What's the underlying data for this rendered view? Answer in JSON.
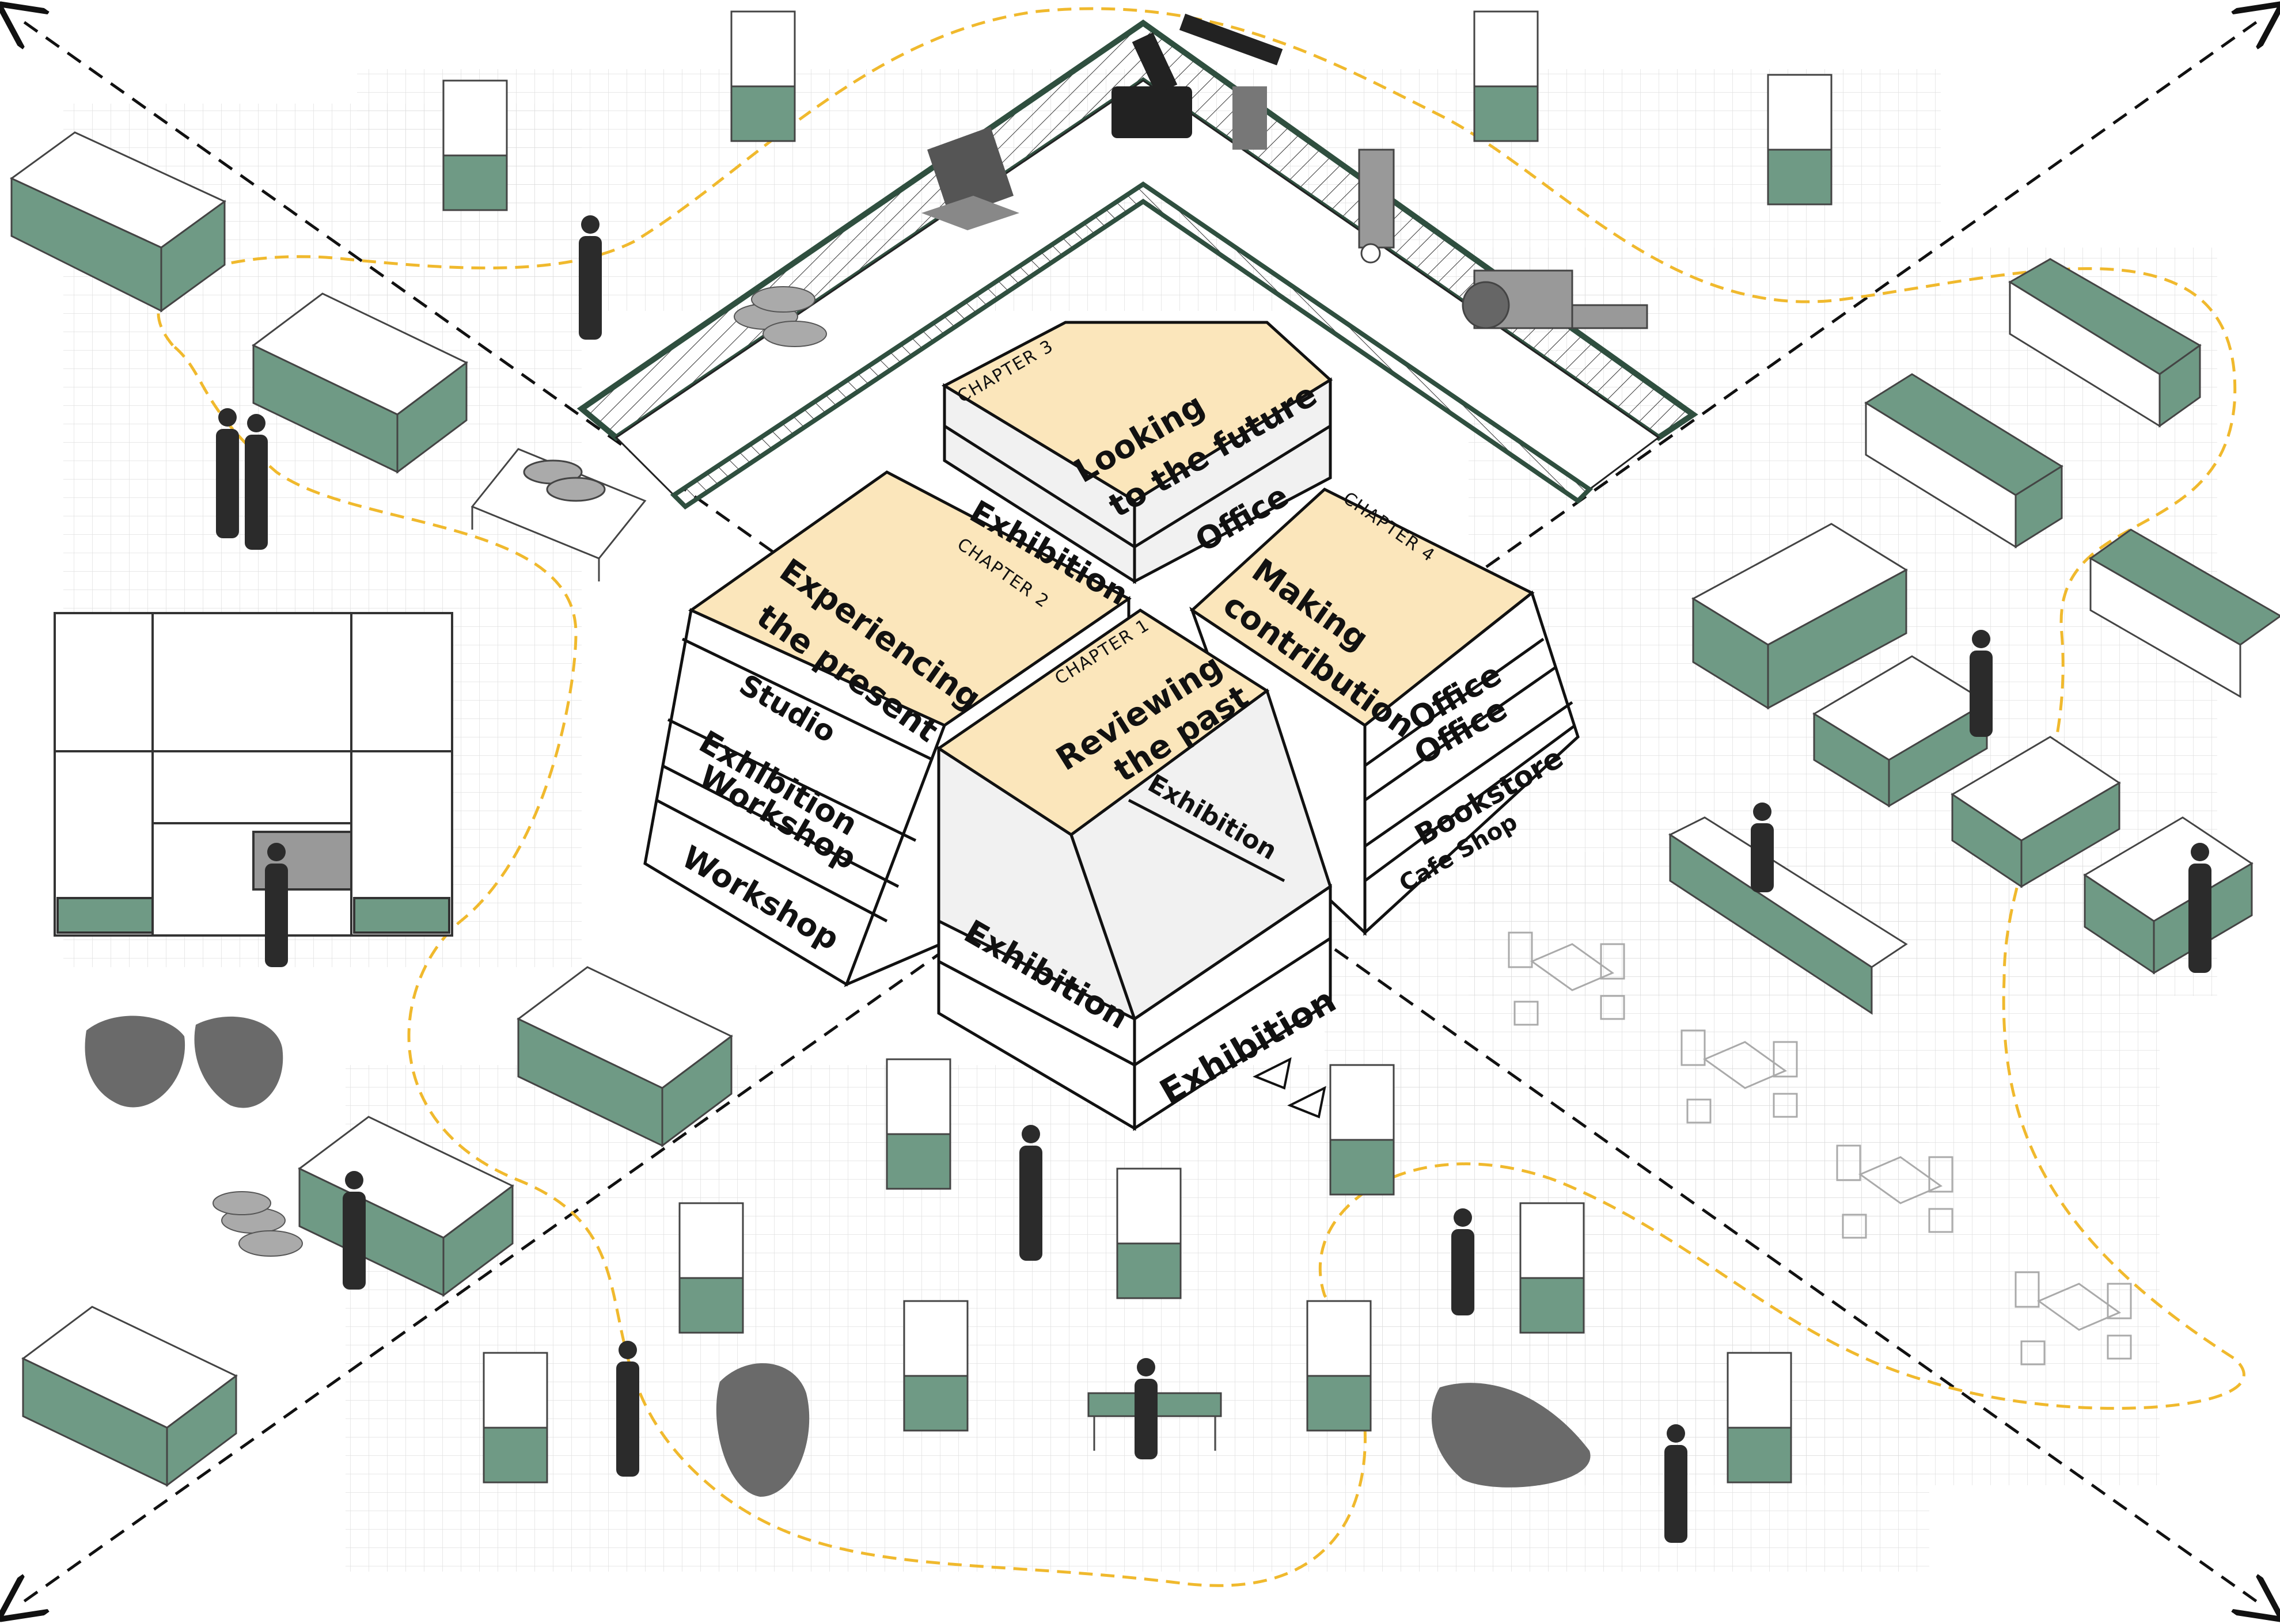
{
  "colors": {
    "roof": "#fbe6bb",
    "green": "#6f9a85",
    "dark_green": "#2f4f3f",
    "path": "#f0b92d",
    "grid": "#d9d9d9",
    "grey_face": "#f1f1f1"
  },
  "chapters": {
    "c1": {
      "chapter": "CHAPTER 1",
      "title_line1": "Reviewing",
      "title_line2": "the past"
    },
    "c2": {
      "chapter": "CHAPTER 2",
      "title_line1": "Experiencing",
      "title_line2": "the present"
    },
    "c3": {
      "chapter": "CHAPTER 3",
      "title_line1": "Looking",
      "title_line2": "to the future"
    },
    "c4": {
      "chapter": "CHAPTER 4",
      "title_line1": "Making",
      "title_line2": "contribution"
    }
  },
  "floors": {
    "c1": [
      "Exhibition",
      "Exhibition",
      "Exhibition"
    ],
    "c2": [
      "Studio",
      "Exhibition",
      "Workshop",
      "Workshop"
    ],
    "c3": [
      "Exhibition",
      "Office"
    ],
    "c4": [
      "Office",
      "Office",
      "Bookstore",
      "Cafe Shop"
    ]
  },
  "icons": [
    "robot-arm-icon",
    "laptop-icon",
    "log-pile-icon",
    "cart-icon",
    "person-icon",
    "display-case-icon",
    "workbench-icon",
    "cafe-table-icon",
    "sculpture-icon",
    "shelf-icon",
    "arrow-icon"
  ]
}
